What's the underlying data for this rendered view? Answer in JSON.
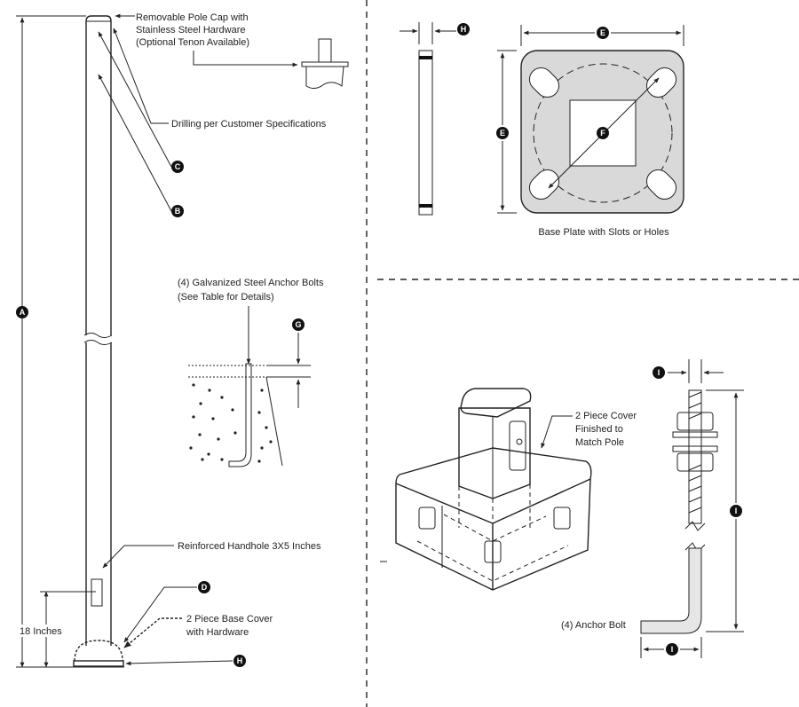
{
  "labels": {
    "pole_cap": [
      "Removable Pole Cap with",
      "Stainless Steel Hardware",
      "(Optional Tenon Available)"
    ],
    "drilling": "Drilling per Customer Specifications",
    "handhole": "Reinforced Handhole 3X5 Inches",
    "base_cover": [
      "2 Piece Base Cover",
      "with Hardware"
    ],
    "eighteen_inches": "18 Inches",
    "base_plate": "Base Plate with Slots or Holes",
    "anchor_bolts": [
      "(4) Galvanized Steel Anchor Bolts",
      "(See Table for Details)"
    ],
    "cover": [
      "2 Piece Cover",
      "Finished to",
      "Match Pole"
    ],
    "anchor_bolt": "(4) Anchor Bolt"
  },
  "badges": {
    "A": "A",
    "B": "B",
    "C": "C",
    "D": "D",
    "E": "E",
    "F": "F",
    "G": "G",
    "H": "H",
    "I": "I"
  },
  "colors": {
    "line": "#222222",
    "plate_fill": "#d9d9d9",
    "badge": "#111111"
  }
}
